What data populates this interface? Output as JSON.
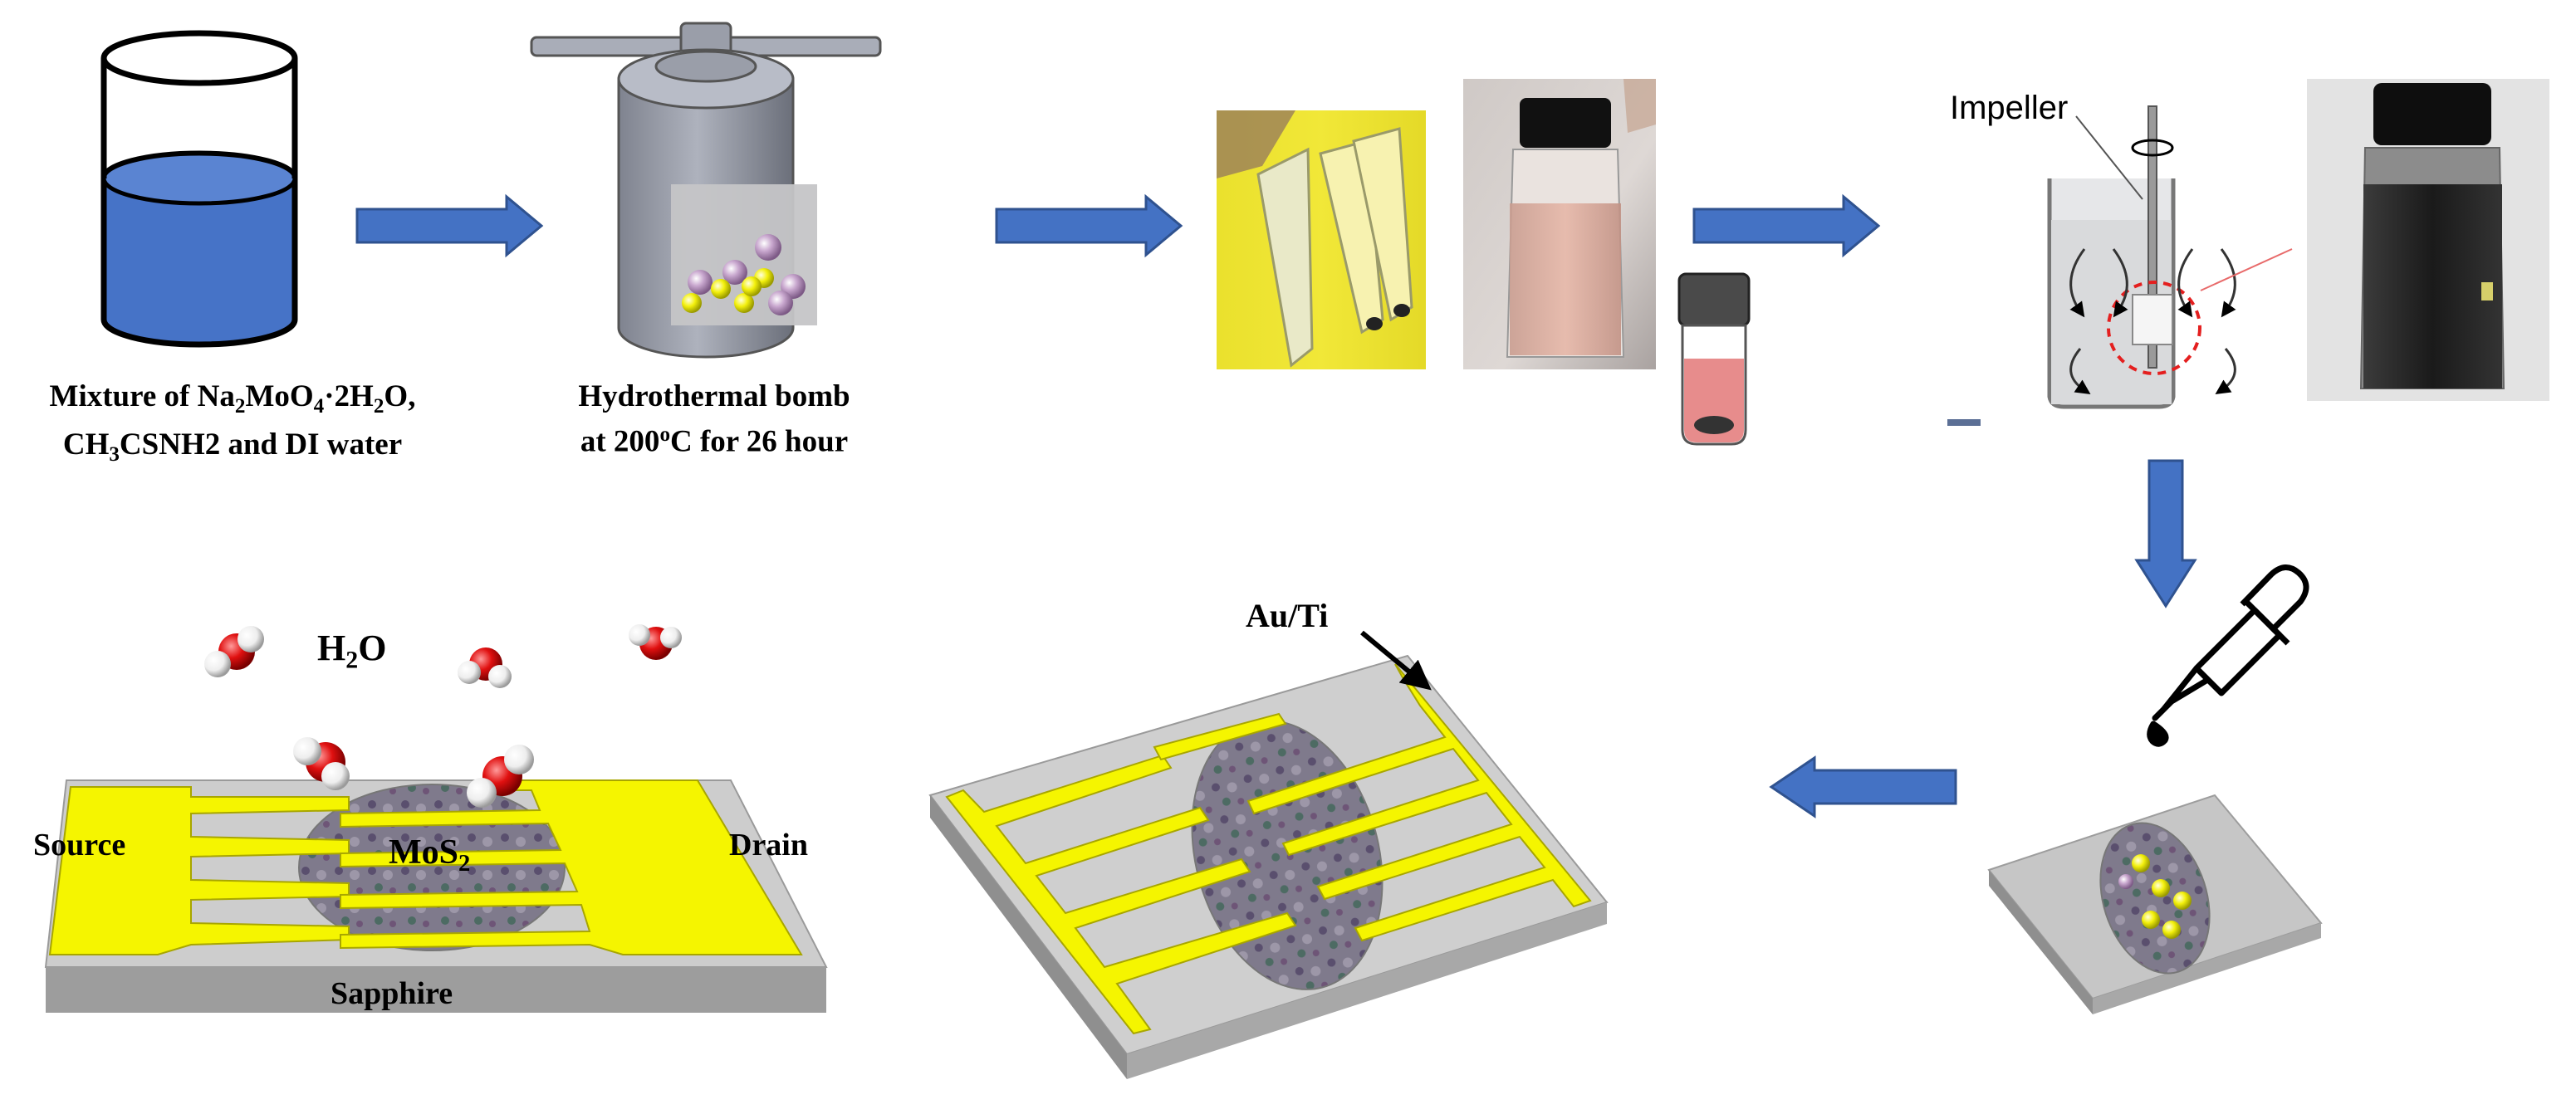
{
  "captions": {
    "mixture_line1_a": "Mixture of Na",
    "mixture_sub_2a": "2",
    "mixture_line1_b": "MoO",
    "mixture_sub_4": "4",
    "mixture_line1_c": "·2H",
    "mixture_sub_2b": "2",
    "mixture_line1_d": "O,",
    "mixture_line2_a": "CH",
    "mixture_sub_3": "3",
    "mixture_line2_b": "CSNH2 and DI water",
    "hydro_line1": "Hydrothermal bomb",
    "hydro_line2_a": "at 200",
    "hydro_sup": "o",
    "hydro_line2_b": "C for 26 hour"
  },
  "labels": {
    "impeller": "Impeller",
    "au_ti": "Au/Ti",
    "water_a": "H",
    "water_sub": "2",
    "water_b": "O",
    "source": "Source",
    "drain": "Drain",
    "mos2_a": "MoS",
    "mos2_sub": "2",
    "sapphire": "Sapphire"
  },
  "colors": {
    "arrow_blue": "#4472c4",
    "electrode_yellow": "#f5f500",
    "solution_blue": "#4673c7",
    "substrate_gray": "#cdcdcd"
  }
}
